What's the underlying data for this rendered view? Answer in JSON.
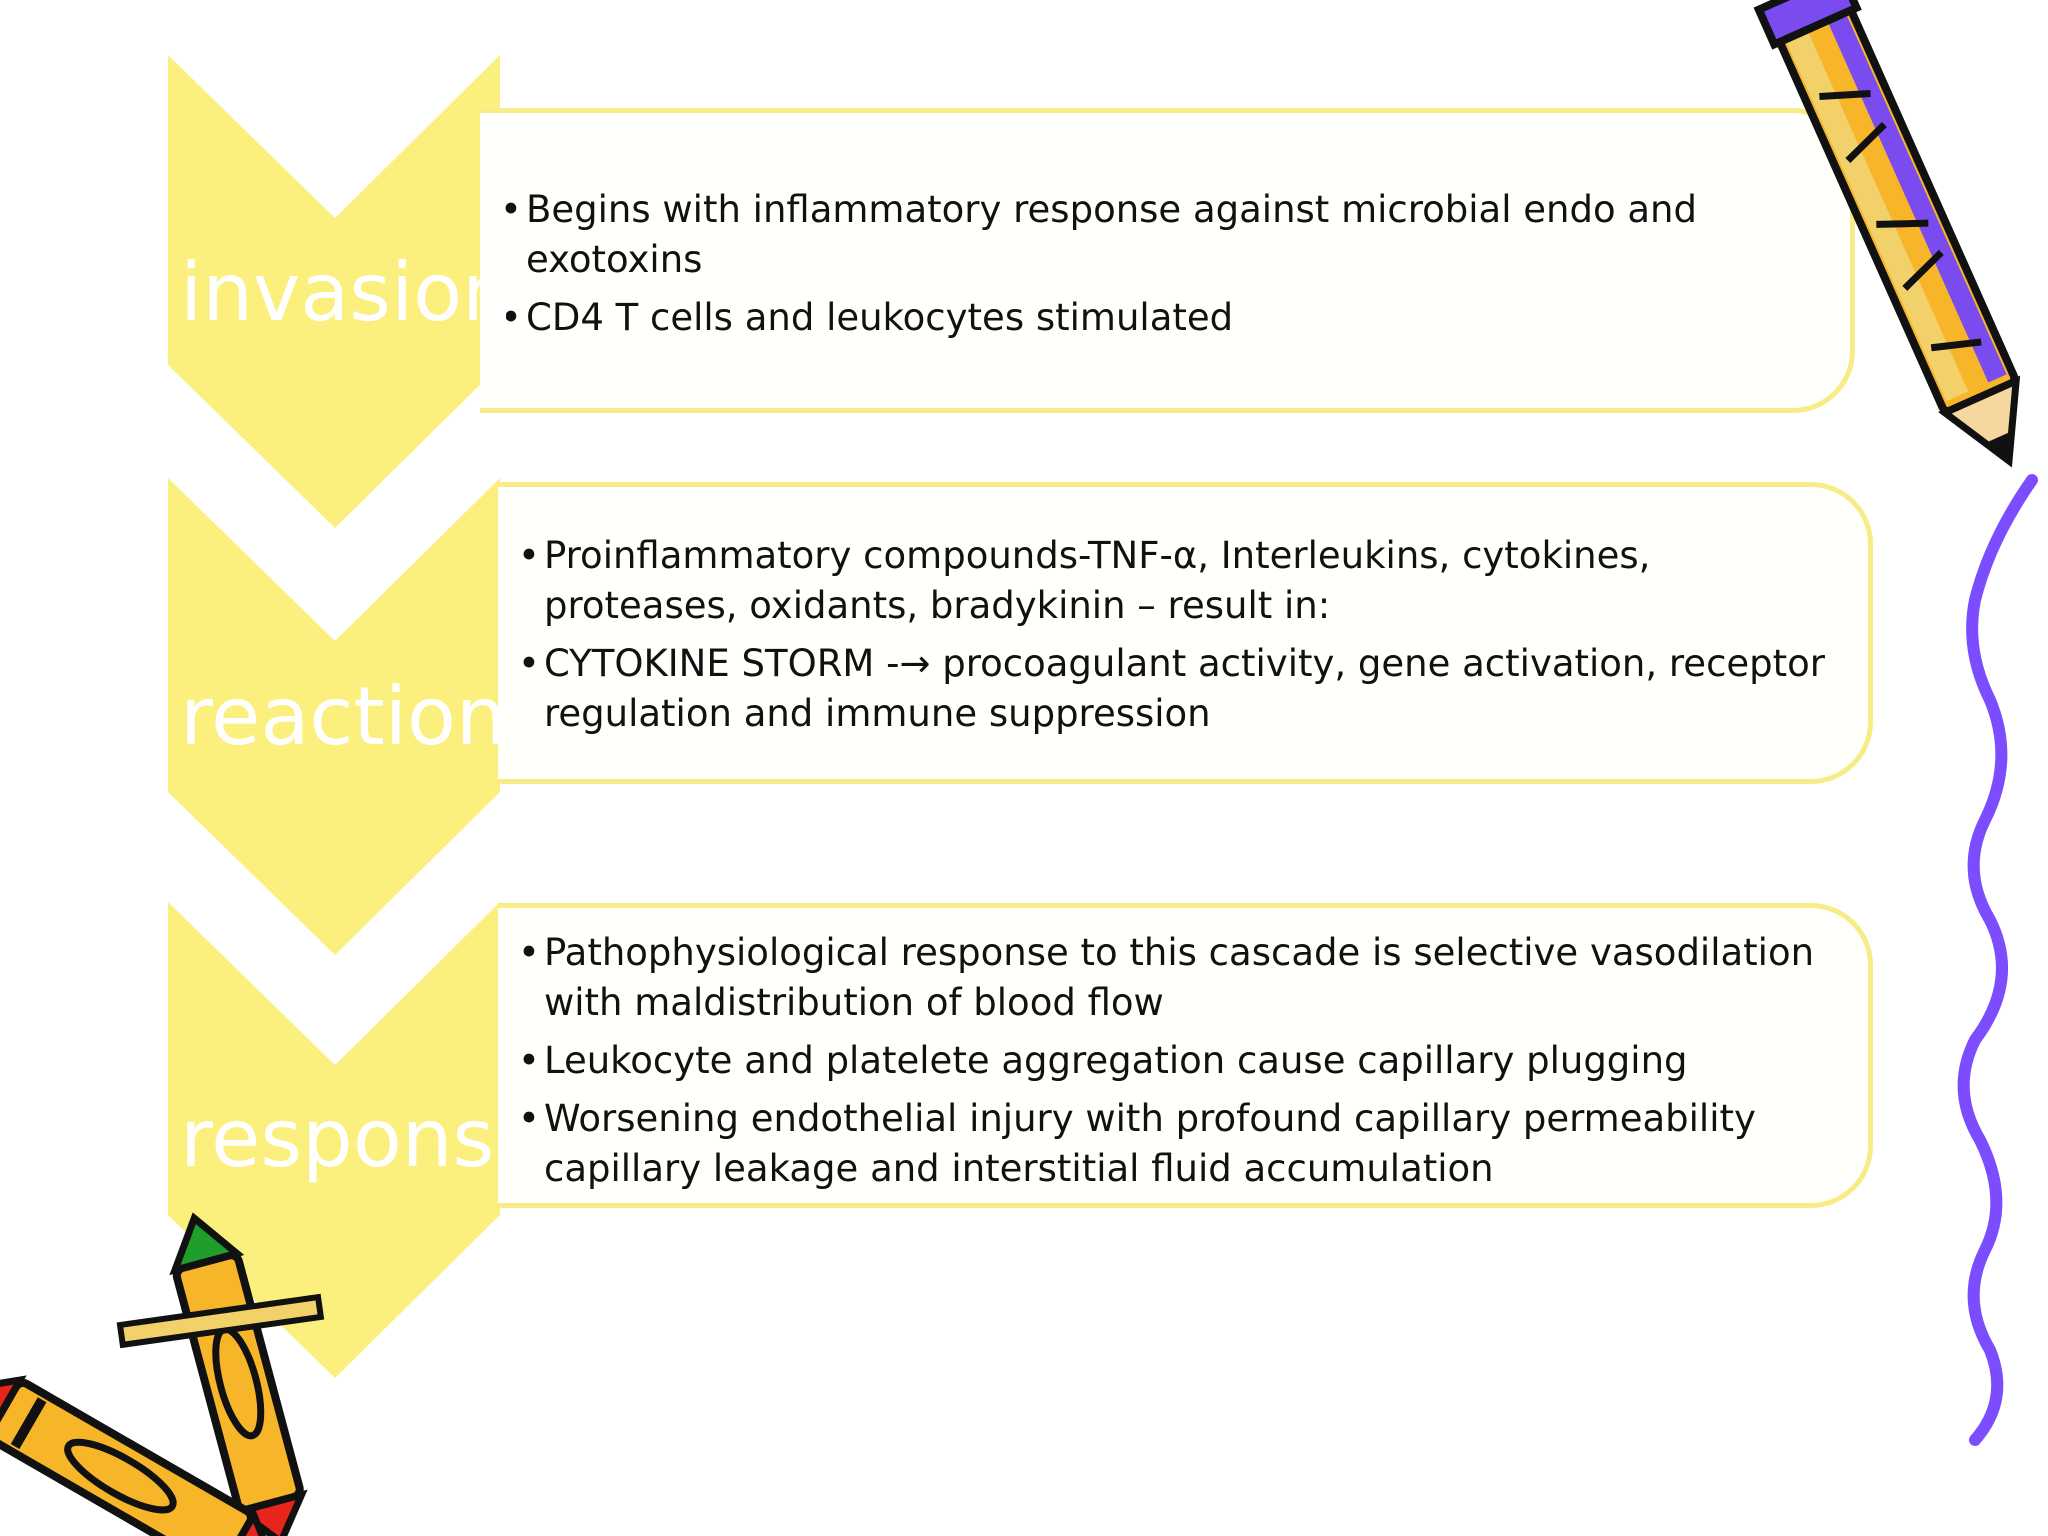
{
  "steps": [
    {
      "label": "invasion",
      "bullets": [
        "Begins with inflammatory response against microbial endo and exotoxins",
        "CD4 T cells and leukocytes stimulated"
      ]
    },
    {
      "label": "reaction",
      "bullets": [
        "Proinflammatory compounds-TNF-α, Interleukins, cytokines, proteases, oxidants, bradykinin – result in:",
        "CYTOKINE STORM  -→ procoagulant activity, gene activation, receptor regulation and immune suppression"
      ]
    },
    {
      "label": "response",
      "bullets": [
        "Pathophysiological response to this cascade is selective vasodilation with maldistribution of blood flow",
        "Leukocyte and platelete aggregation cause capillary plugging",
        "Worsening endothelial injury with profound capillary permeability capillary leakage and interstitial fluid accumulation"
      ]
    }
  ],
  "colors": {
    "chevron": "#fbef7e",
    "panel_border": "#f7ec86",
    "squiggle": "#7b4dff",
    "pencil_body": "#f7b52a",
    "pencil_band": "#7a4cf0",
    "crayon_red": "#e8251d",
    "crayon_green": "#1f9e2c"
  },
  "icons": [
    "pencil-icon",
    "squiggle-line",
    "crayons-icon"
  ]
}
